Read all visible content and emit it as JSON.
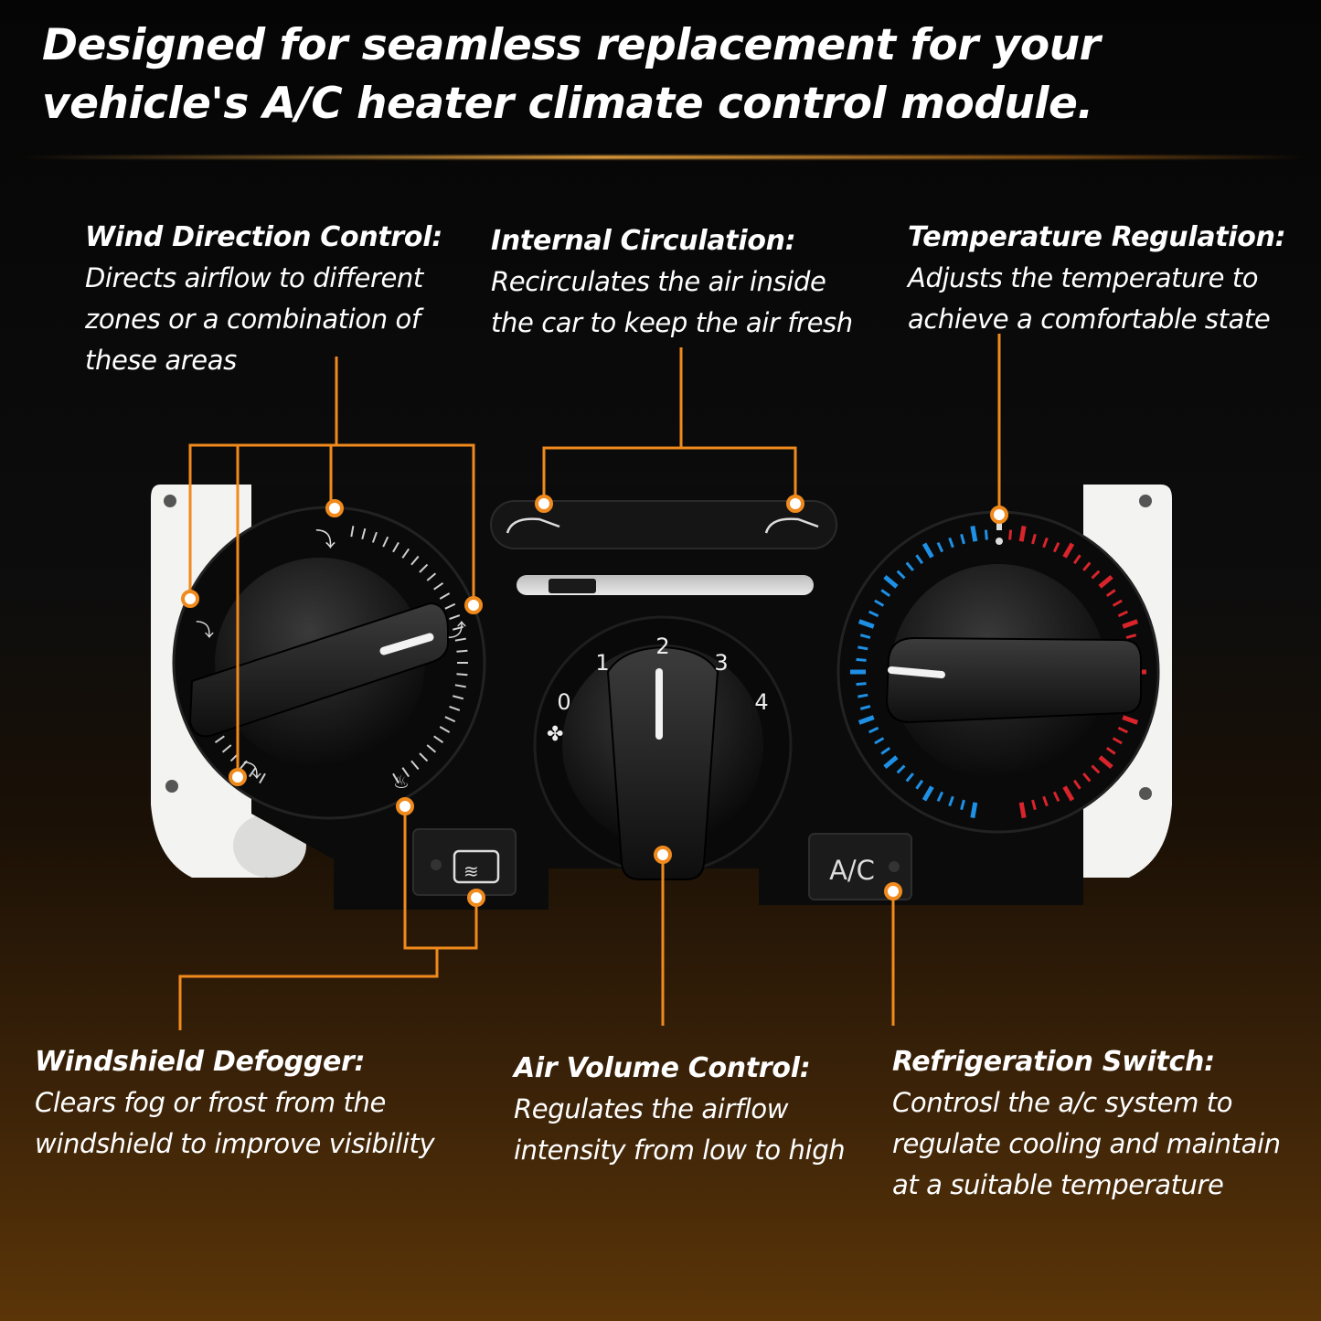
{
  "headline": "Designed for seamless replacement for your vehicle's A/C heater climate control module.",
  "callouts": {
    "wind_direction": {
      "title": "Wind Direction Control:",
      "lines": [
        "Directs airflow to different",
        "zones or a combination of",
        "these areas"
      ]
    },
    "internal_circulation": {
      "title": "Internal Circulation:",
      "lines": [
        "Recirculates the air inside",
        "the car to keep the air fresh"
      ]
    },
    "temperature_regulation": {
      "title": "Temperature Regulation:",
      "lines": [
        "Adjusts the temperature to",
        "achieve a comfortable state"
      ]
    },
    "windshield_defogger": {
      "title": "Windshield Defogger:",
      "lines": [
        "Clears fog or frost from the",
        "windshield to improve visibility"
      ]
    },
    "air_volume": {
      "title": "Air Volume Control:",
      "lines": [
        "Regulates the airflow",
        "intensity from low to high"
      ]
    },
    "refrigeration_switch": {
      "title": "Refrigeration Switch:",
      "lines": [
        "Controsl the a/c system to",
        "regulate cooling and maintain",
        "at a suitable temperature"
      ]
    }
  },
  "panel": {
    "fan_speeds": [
      "0",
      "1",
      "2",
      "3",
      "4"
    ],
    "ac_button_label": "A/C"
  },
  "colors": {
    "accent_orange": "#f08a1c",
    "cold_blue": "#1e90e6",
    "hot_red": "#d8242a",
    "panel_black": "#0b0b0b",
    "housing_white": "#f2f2f0"
  }
}
